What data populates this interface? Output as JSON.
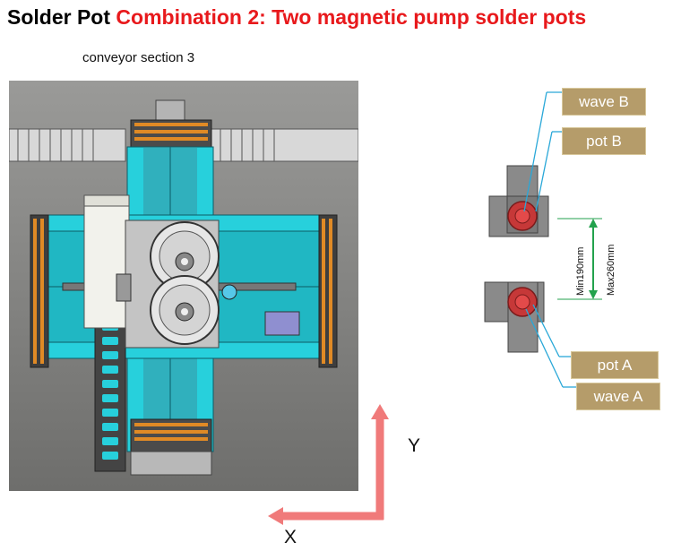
{
  "title": {
    "prefix": "Solder Pot",
    "highlight": "Combination 2:  Two magnetic pump solder pots"
  },
  "caption": "conveyor section 3",
  "labels": {
    "wave_b": "wave B",
    "pot_b": "pot B",
    "pot_a": "pot A",
    "wave_a": "wave A"
  },
  "dimensions": {
    "min": "Min190mm",
    "max": "Max260mm"
  },
  "axes": {
    "x": "X",
    "y": "Y"
  },
  "colors": {
    "title_red": "#e8191c",
    "label_fill": "#b59c6a",
    "leader_line": "#2aa8d8",
    "dimension_arrow": "#23a24d",
    "axis_arrow": "#f07a7a",
    "machine_cyan": "#27d0dc",
    "pot_red": "#d23b3b"
  }
}
